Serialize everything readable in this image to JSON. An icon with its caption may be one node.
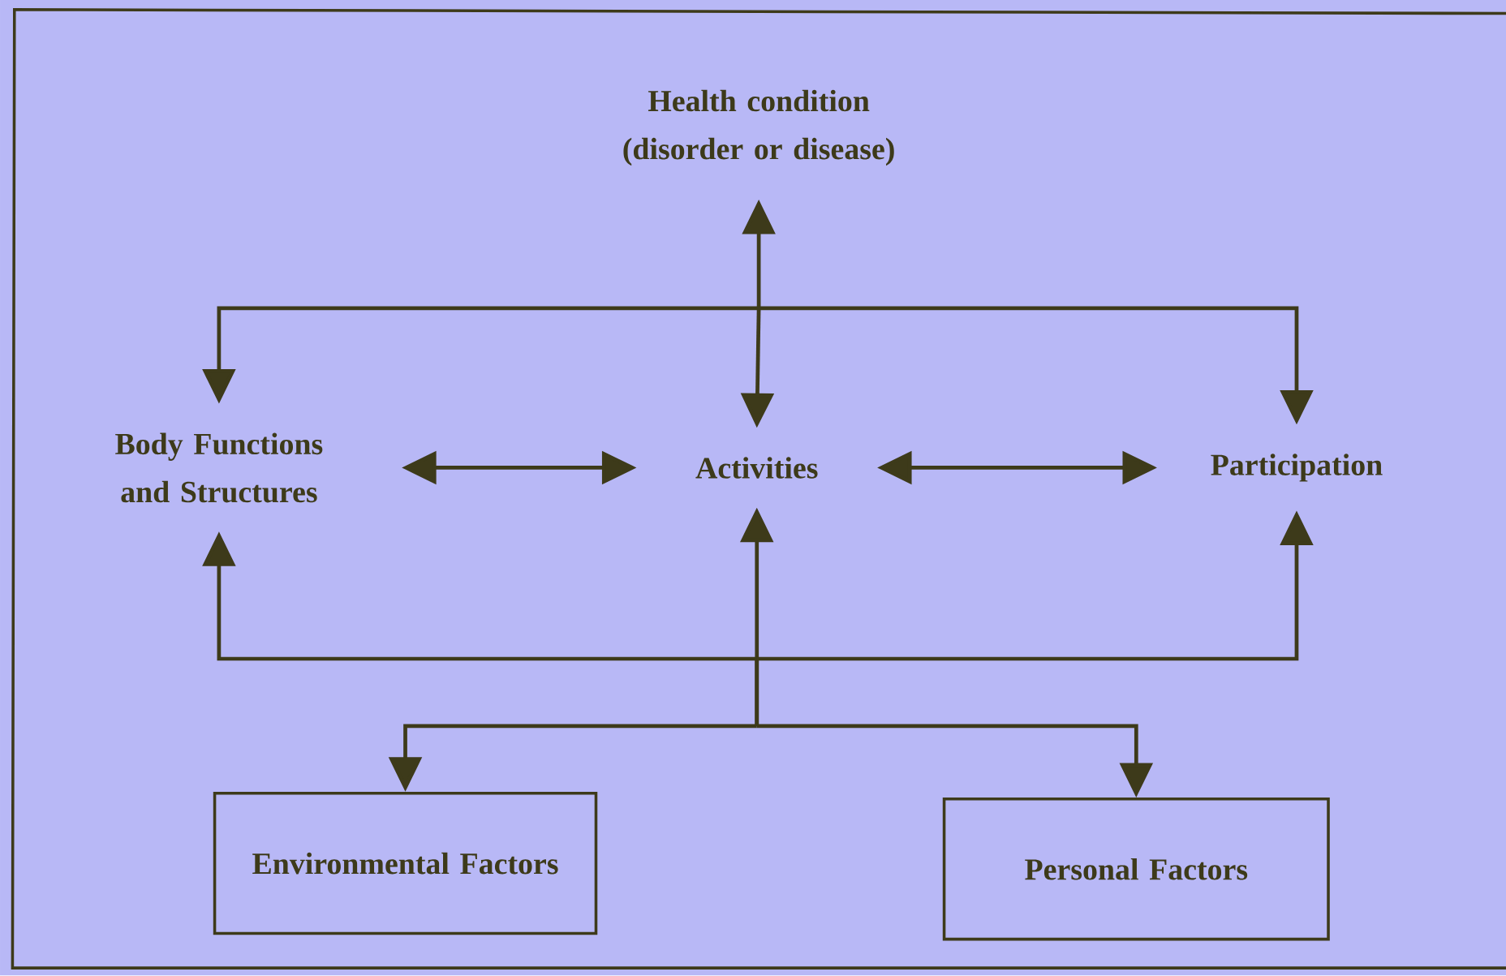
{
  "diagram": {
    "nodes": [
      {
        "text": [
          "Health condition (disorder or disease)"
        ]
      },
      {
        "text": [
          "Body Functions and Structures"
        ]
      },
      {
        "text": [
          "Activities"
        ]
      },
      {
        "text": [
          "Participation"
        ]
      },
      {
        "text": [
          "Environmental Factors"
        ]
      },
      {
        "text": [
          "Personal Factors"
        ]
      }
    ],
    "edges": [
      {
        "from": 0,
        "to": 1,
        "arrow": "both"
      },
      {
        "from": 0,
        "to": 2,
        "arrow": "both"
      },
      {
        "from": 0,
        "to": 3,
        "arrow": "both"
      },
      {
        "from": 1,
        "to": 2,
        "arrow": "both"
      },
      {
        "from": 2,
        "to": 3,
        "arrow": "both"
      },
      {
        "from": 4,
        "to": 1,
        "arrow": "both"
      },
      {
        "from": 4,
        "to": 2,
        "arrow": "both"
      },
      {
        "from": 4,
        "to": 3,
        "arrow": "both"
      },
      {
        "from": 5,
        "to": 1,
        "arrow": "both"
      },
      {
        "from": 5,
        "to": 2,
        "arrow": "both"
      },
      {
        "from": 5,
        "to": 3,
        "arrow": "both"
      }
    ]
  }
}
